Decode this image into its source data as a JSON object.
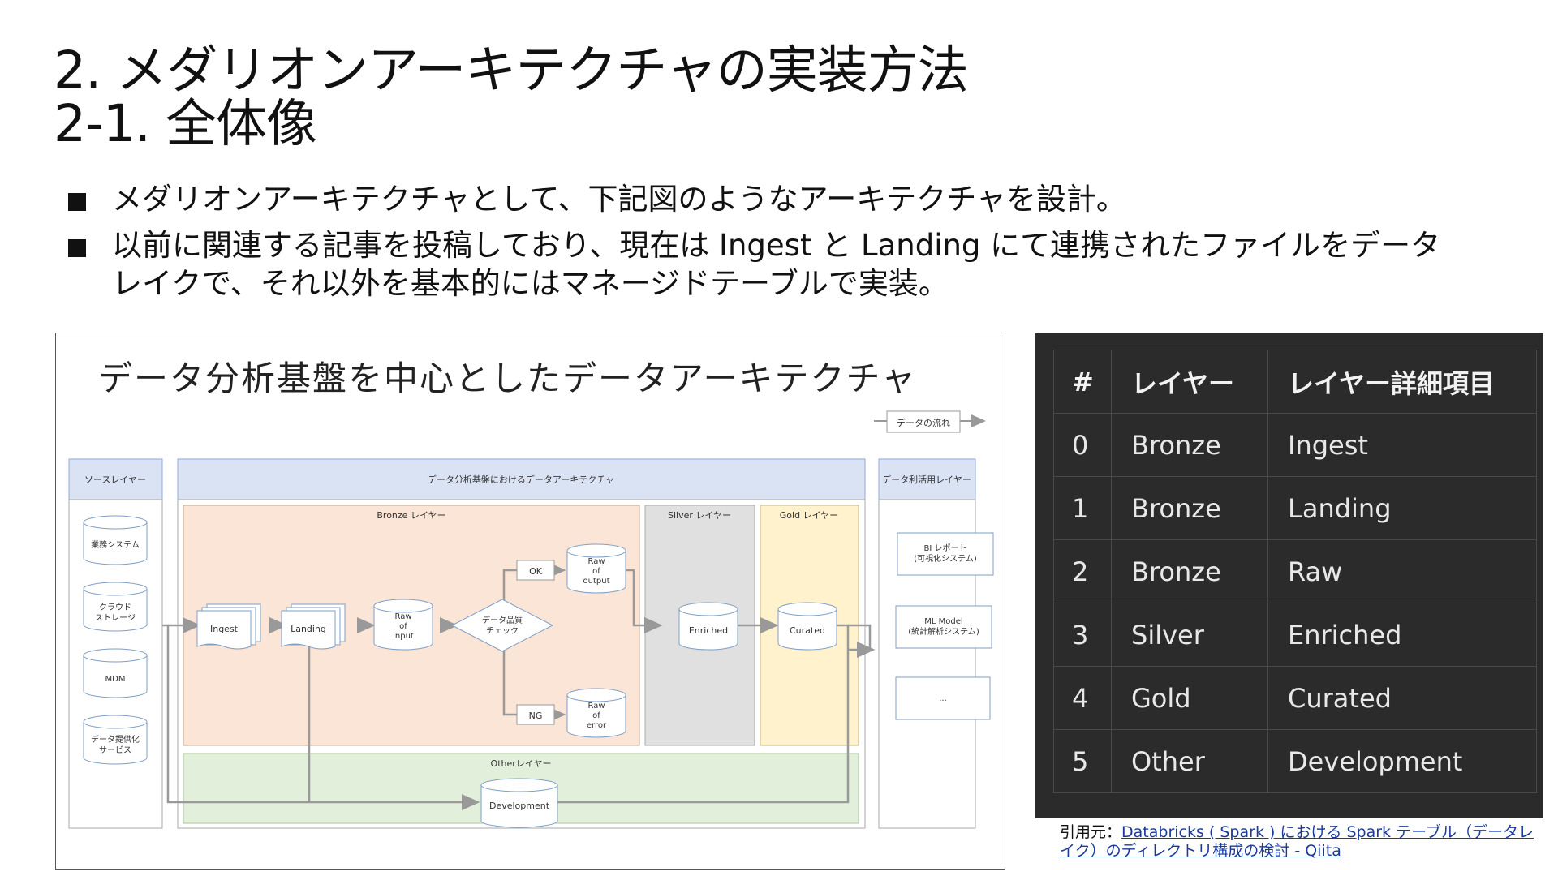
{
  "title": {
    "line1": "2. メダリオンアーキテクチャの実装方法",
    "line2": "2-1. 全体像"
  },
  "bullets": [
    "メダリオンアーキテクチャとして、下記図のようなアーキテクチャを設計。",
    "以前に関連する記事を投稿しており、現在は Ingest と Landing にて連携されたファイルをデータレイクで、それ以外を基本的にはマネージドテーブルで実装。"
  ],
  "diagram": {
    "title": "データ分析基盤を中心としたデータアーキテクチャ",
    "legend": "データの流れ",
    "source_layer": {
      "header": "ソースレイヤー",
      "items": [
        "業務システム",
        "クラウド\nストレージ",
        "MDM",
        "データ提供化\nサービス"
      ]
    },
    "platform_header": "データ分析基盤におけるデータアーキテクチャ",
    "bronze": {
      "label": "Bronze レイヤー",
      "ingest": "Ingest",
      "landing": "Landing",
      "raw_input": "Raw\nof\ninput",
      "check": "データ品質\nチェック",
      "ok": "OK",
      "ng": "NG",
      "raw_output": "Raw\nof\noutput",
      "raw_error": "Raw\nof\nerror"
    },
    "silver": {
      "label": "Silver レイヤー",
      "node": "Enriched"
    },
    "gold": {
      "label": "Gold レイヤー",
      "node": "Curated"
    },
    "other": {
      "label": "Otherレイヤー",
      "node": "Development"
    },
    "usage_layer": {
      "header": "データ利活用レイヤー",
      "items": [
        "BI レポート\n(可視化システム)",
        "ML Model\n(統計解析システム)",
        "..."
      ]
    }
  },
  "table": {
    "headers": [
      "#",
      "レイヤー",
      "レイヤー詳細項目"
    ],
    "rows": [
      [
        "0",
        "Bronze",
        "Ingest"
      ],
      [
        "1",
        "Bronze",
        "Landing"
      ],
      [
        "2",
        "Bronze",
        "Raw"
      ],
      [
        "3",
        "Silver",
        "Enriched"
      ],
      [
        "4",
        "Gold",
        "Curated"
      ],
      [
        "5",
        "Other",
        "Development"
      ]
    ]
  },
  "citation": {
    "prefix": "引用元：",
    "link_text": "Databricks ( Spark ) における Spark テーブル（データレイク）のディレクトリ構成の検討 - Qiita"
  },
  "colors": {
    "bronze_bg": "#fbe5d6",
    "silver_bg": "#e0e0e0",
    "gold_bg": "#fff2cc",
    "other_bg": "#e2efda",
    "header_bg": "#dae3f3",
    "table_bg": "#2b2b2b"
  }
}
